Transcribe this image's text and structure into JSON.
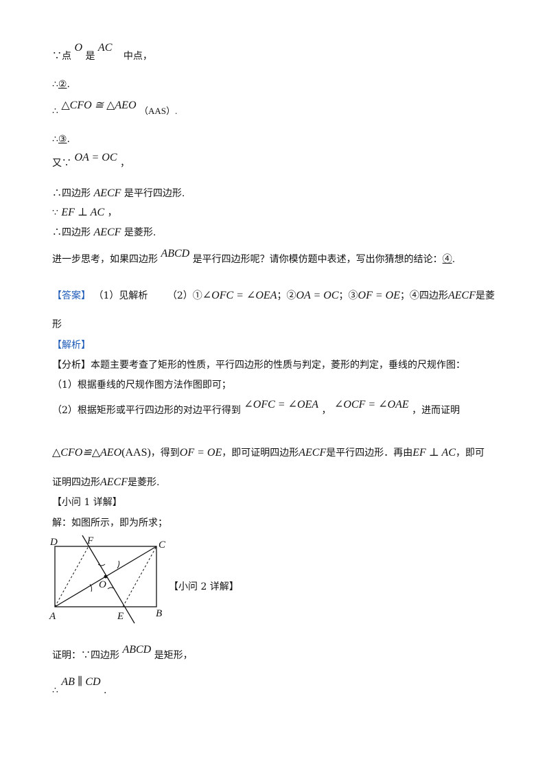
{
  "proof": {
    "l1": {
      "because": "∵点",
      "o": "O",
      "is": "是",
      "ac": "AC",
      "tail": "中点，"
    },
    "l2": {
      "therefore": "∴",
      "blank": "②",
      "tail": "."
    },
    "l3": {
      "therefore": "∴",
      "congruence": "△CFO ≅ △AEO",
      "reason": "（AAS）."
    },
    "l4": {
      "therefore": "∴",
      "blank": "③",
      "tail": "."
    },
    "l5": {
      "prefix": "又∵",
      "eq": "OA = OC",
      "tail": "，"
    },
    "l6": {
      "prefix": "∴四边形",
      "name": "AECF",
      "tail": "是平行四边形."
    },
    "l7": {
      "prefix": "∵",
      "perp": "EF ⊥ AC",
      "tail": "，"
    },
    "l8": {
      "prefix": "∴四边形",
      "name": "AECF",
      "tail": "是菱形."
    },
    "l9": {
      "prefix": "进一步思考，如果四边形",
      "name": "ABCD",
      "tail": "是平行四边形呢？请你模仿题中表述，写出你猜想的结论：",
      "blank": "④",
      "end": "."
    }
  },
  "answer": {
    "tag": "【答案】",
    "p1": "（1）见解析",
    "p2": "（2）①",
    "a1": "∠OFC = ∠OEA",
    "s2": "；②",
    "a2": "OA = OC",
    "s3": "；③",
    "a3": "OF = OE",
    "s4": "；④四边形",
    "a4": "AECF",
    "tail": "是菱",
    "wrap": "形"
  },
  "analysis": {
    "tag": "【解析】",
    "fenxi": "【分析】本题主要考查了矩形的性质，平行四边形的性质与判定，菱形的判定，垂线的尺规作图：",
    "step1": "（1）根据垂线的尺规作图方法作图即可；",
    "step2_pre": "（2）根据矩形或平行四边形的对边平行得到",
    "ang1": "∠OFC = ∠OEA",
    "comma": "，",
    "ang2": "∠OCF = ∠OAE",
    "step2_tail": "，进而证明",
    "cong": "△CFO≌△AEO",
    "cong_reason": "(AAS)",
    "get": "，得到",
    "ofoe": "OF = OE",
    "mid": "，即可证明四边形",
    "aecf": "AECF",
    "mid2": "是平行四边形．再由",
    "efac": "EF ⊥ AC",
    "end": "，即可",
    "line3_pre": "证明四边形",
    "line3_name": "AECF",
    "line3_tail": "是菱形."
  },
  "q1": {
    "title": "【小问 1 详解】",
    "text": "解：如图所示，即为所求；"
  },
  "q2": {
    "title": "【小问 2 详解】"
  },
  "figure": {
    "labels": {
      "D": "D",
      "F": "F",
      "C": "C",
      "O": "O",
      "A": "A",
      "E": "E",
      "B": "B"
    }
  },
  "proof2": {
    "l1_pre": "证明：∵四边形",
    "l1_name": "ABCD",
    "l1_tail": "是矩形，",
    "l2_pre": "∴",
    "l2_expr": "AB ∥ CD",
    "l2_tail": "."
  }
}
